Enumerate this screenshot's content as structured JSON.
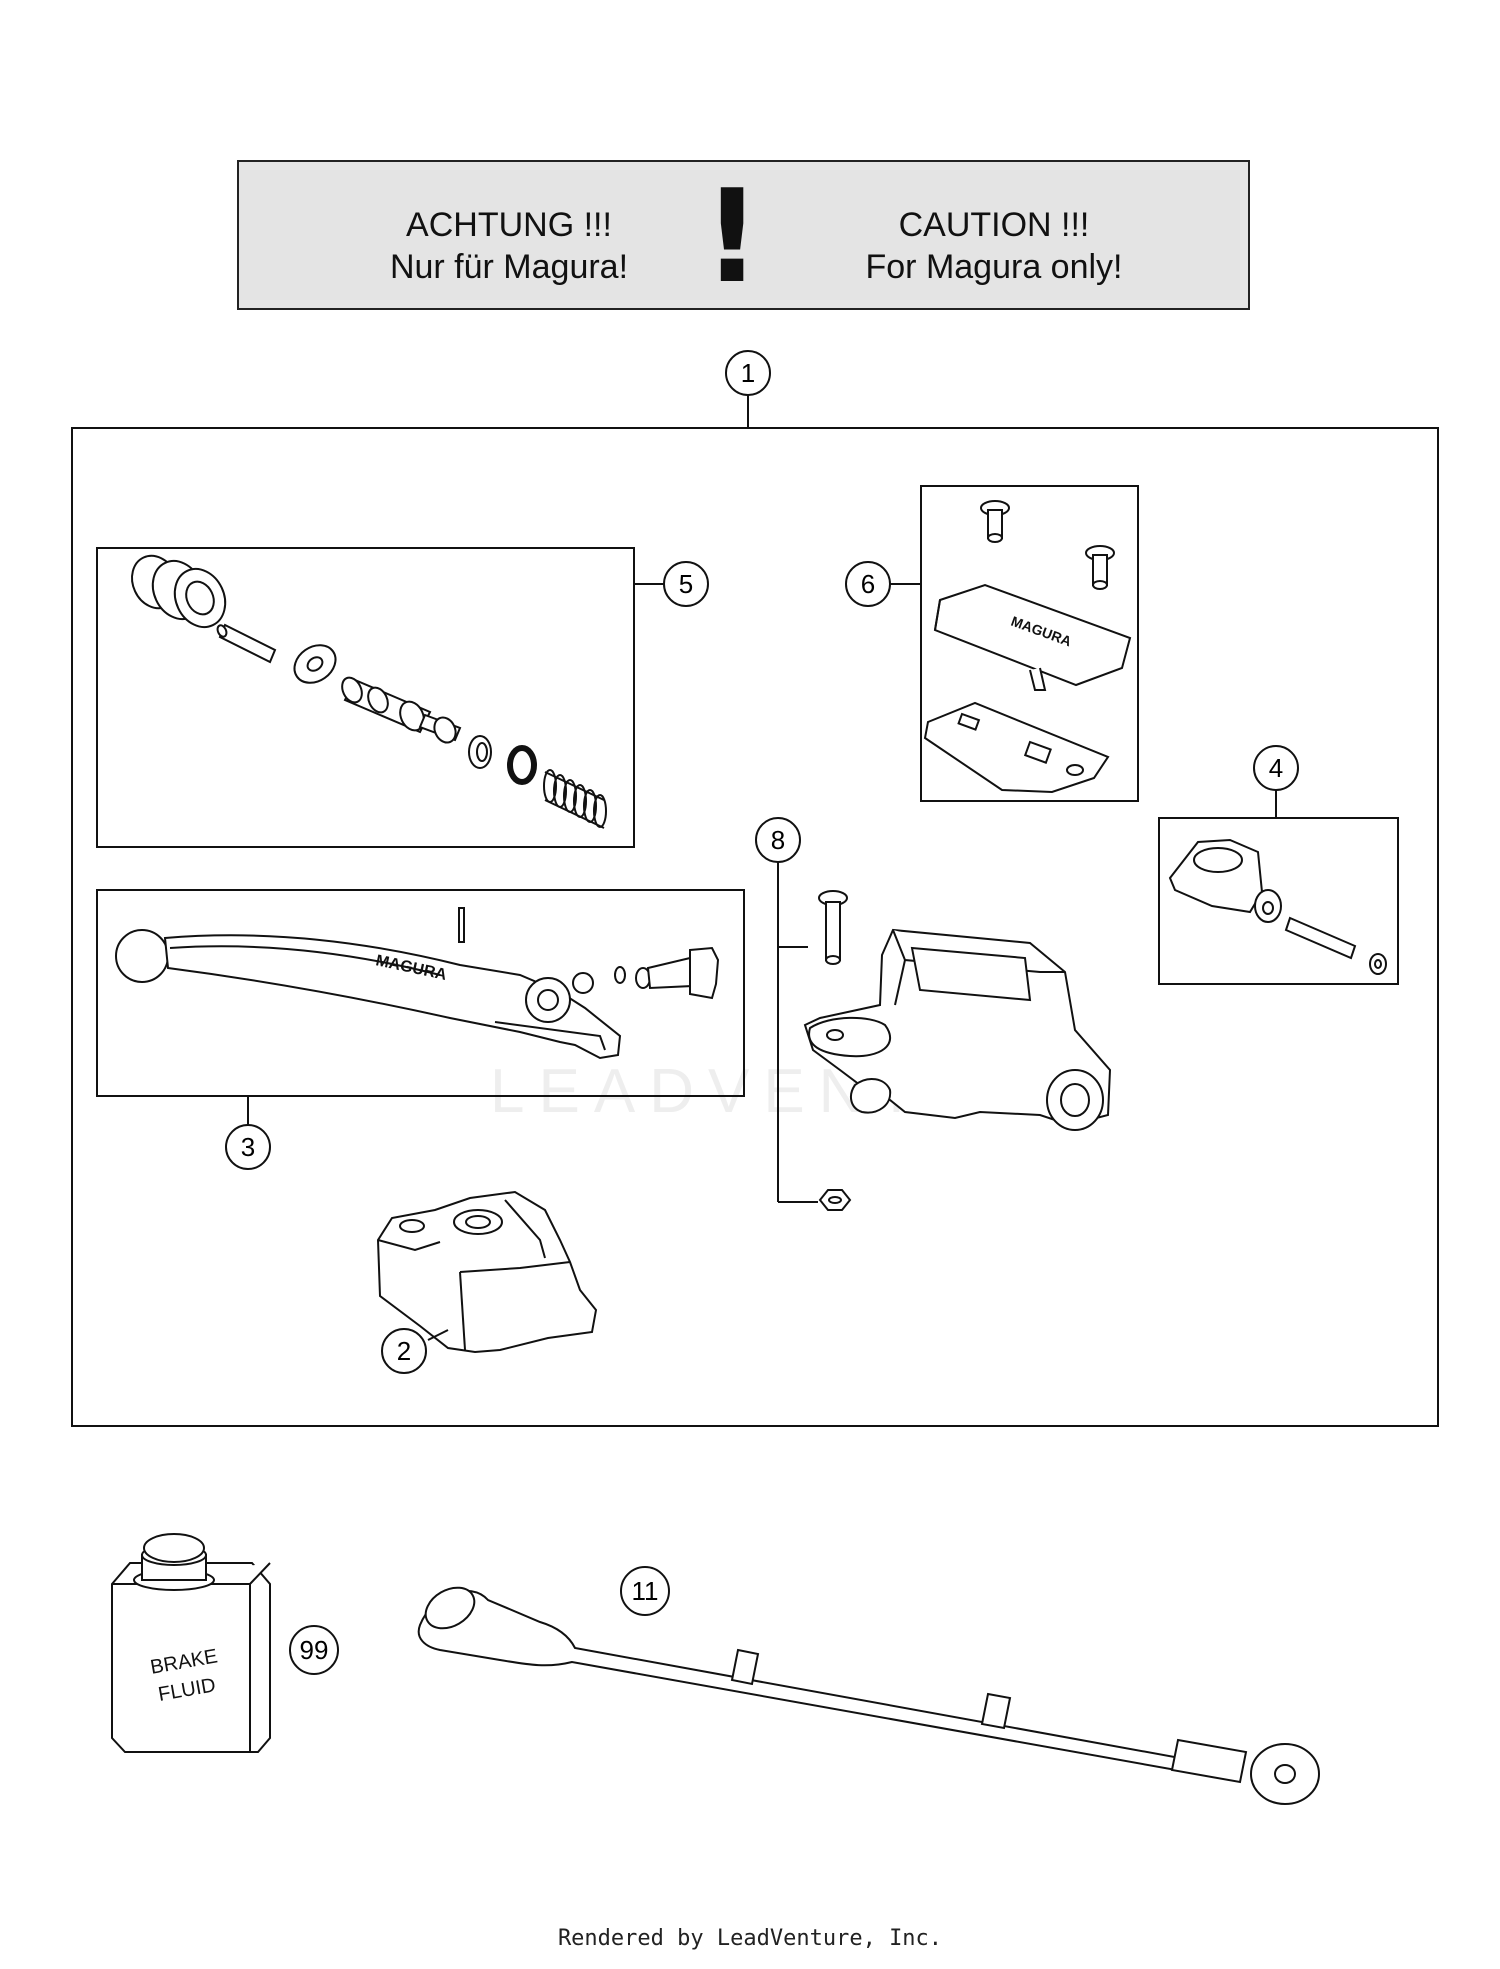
{
  "notice": {
    "german_heading": "ACHTUNG !!!",
    "german_text": "Nur für Magura!",
    "english_heading": "CAUTION !!!",
    "english_text": "For Magura only!",
    "symbol": "!"
  },
  "callouts": [
    "1",
    "2",
    "3",
    "4",
    "5",
    "6",
    "8",
    "11",
    "99"
  ],
  "labels": {
    "brand_lever": "MAGURA",
    "brand_cover": "MAGURA",
    "fluid_can_line1": "BRAKE",
    "fluid_can_line2": "FLUID",
    "watermark": "LEADVENTURE"
  },
  "footer": "Rendered by LeadVenture, Inc."
}
